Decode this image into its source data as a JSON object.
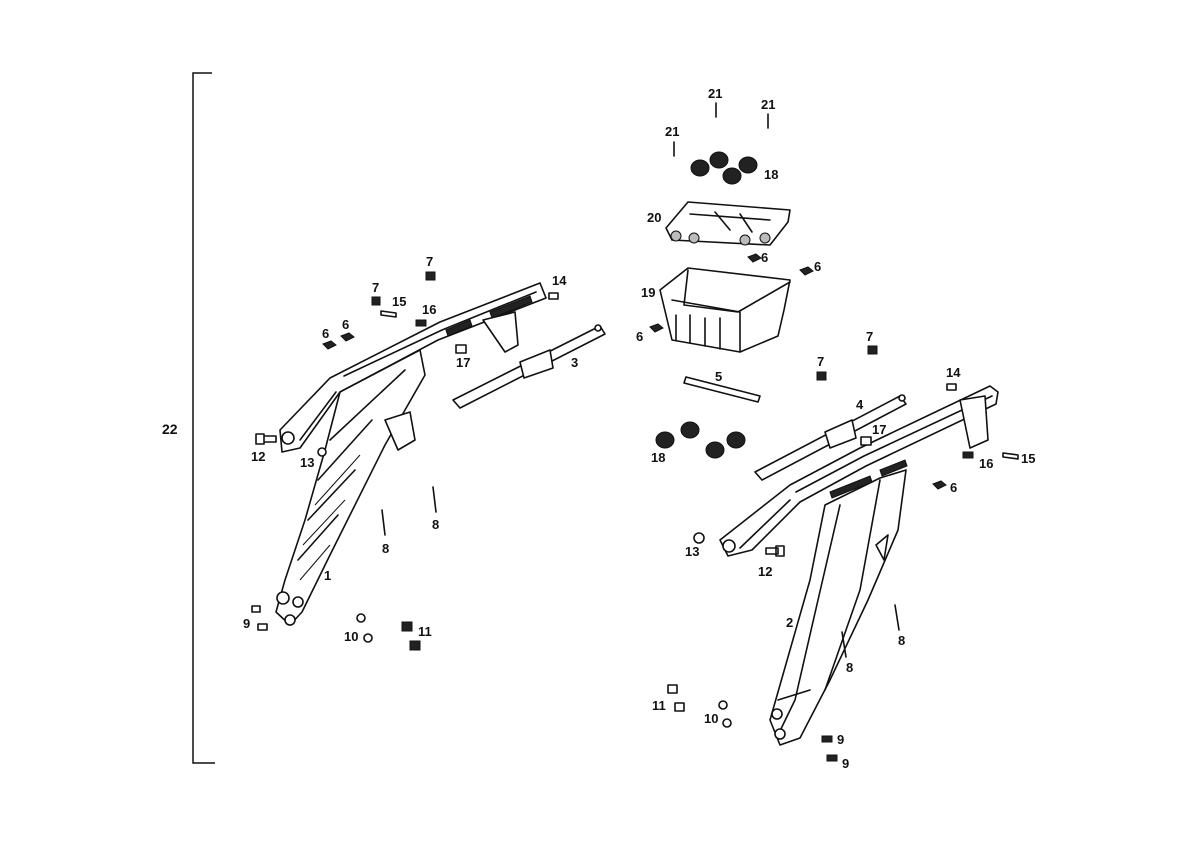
{
  "callouts": {
    "assembly": "22",
    "left_frame": "1",
    "right_frame": "2",
    "bar_left": "3",
    "bar_right": "4",
    "rod": "5",
    "nut_6a": "6",
    "nut_6b": "6",
    "nut_6c": "6",
    "nut_6d": "6",
    "nut_6e": "6",
    "nut_6f": "6",
    "cap_7a": "7",
    "cap_7b": "7",
    "cap_7c": "7",
    "cap_7d": "7",
    "screw_8a": "8",
    "screw_8b": "8",
    "screw_8c": "8",
    "screw_8d": "8",
    "clip_9a": "9",
    "clip_9b": "9",
    "clip_9c": "9",
    "washer_10a": "10",
    "washer_10b": "10",
    "nut_11a": "11",
    "nut_11b": "11",
    "bolt_12a": "12",
    "bolt_12b": "12",
    "bush_13a": "13",
    "bush_13b": "13",
    "pin_14a": "14",
    "pin_14b": "14",
    "bolt_15a": "15",
    "bolt_15b": "15",
    "clip_16a": "16",
    "clip_16b": "16",
    "block_17a": "17",
    "block_17b": "17",
    "rubber_18a": "18",
    "rubber_18b": "18",
    "box": "19",
    "plate": "20",
    "screw_21a": "21",
    "screw_21b": "21",
    "screw_21c": "21"
  }
}
